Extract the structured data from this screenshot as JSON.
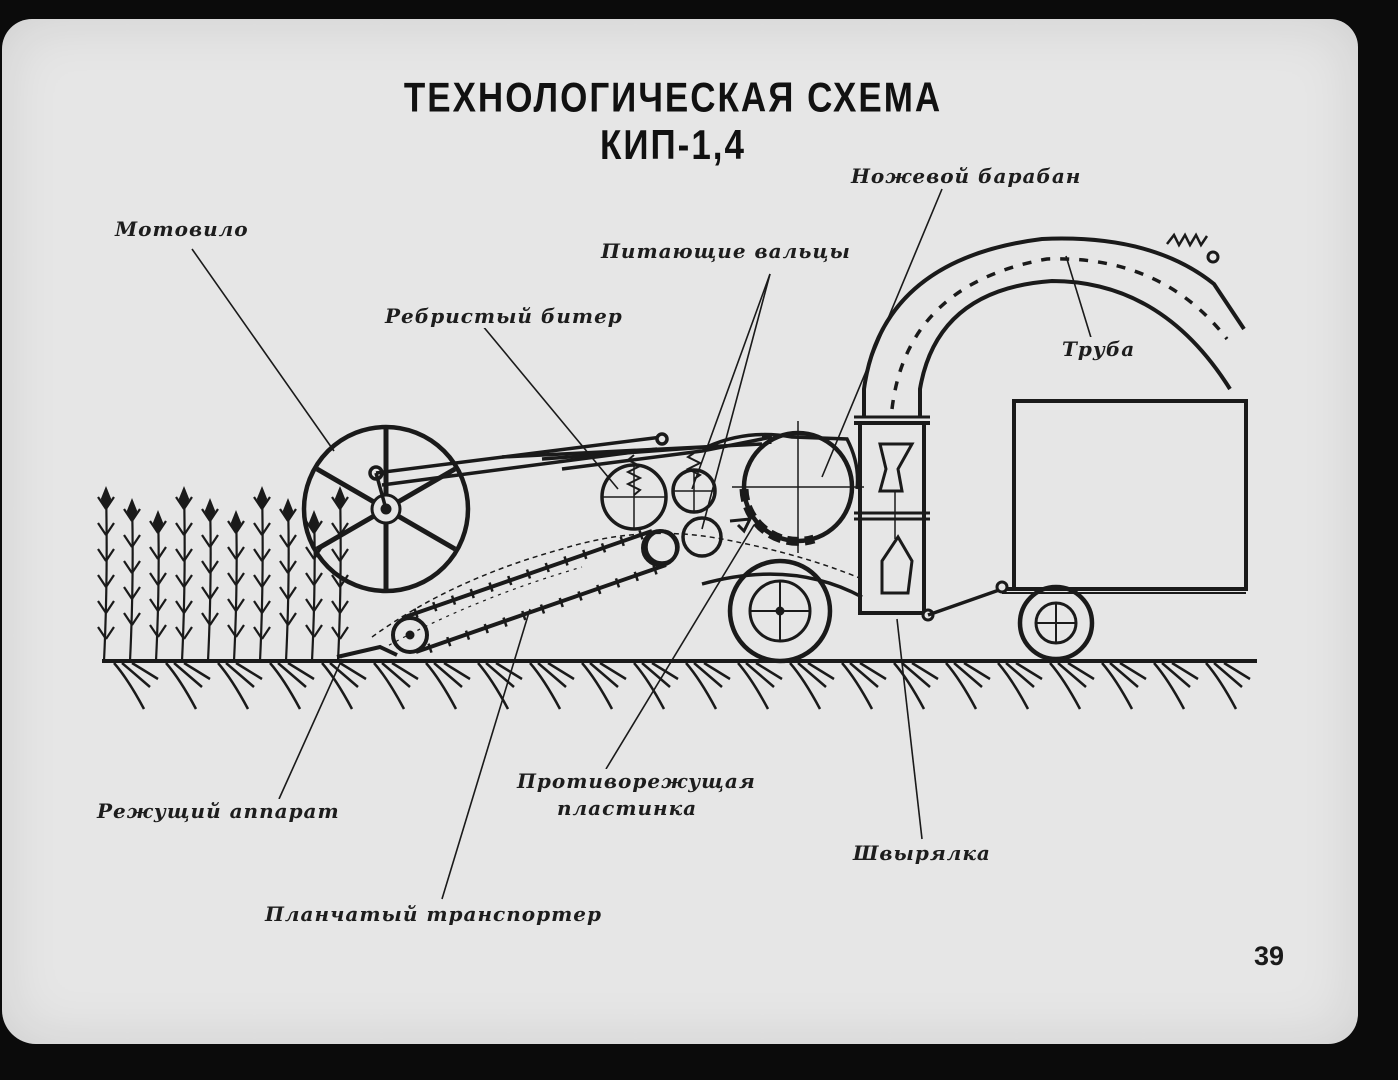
{
  "title": "ТЕХНОЛОГИЧЕСКАЯ СХЕМА КИП-1,4",
  "page_number": "39",
  "labels": {
    "motovilo": "Мотовило",
    "biter": "Ребристый битер",
    "valtsy": "Питающие вальцы",
    "baraban": "Ножевой барабан",
    "truba": "Труба",
    "rezhushchiy": "Режущий аппарат",
    "transporter": "Планчатый транспортер",
    "plastinka_1": "Противорежущая",
    "plastinka_2": "пластинка",
    "shvyryalka": "Швырялка"
  }
}
